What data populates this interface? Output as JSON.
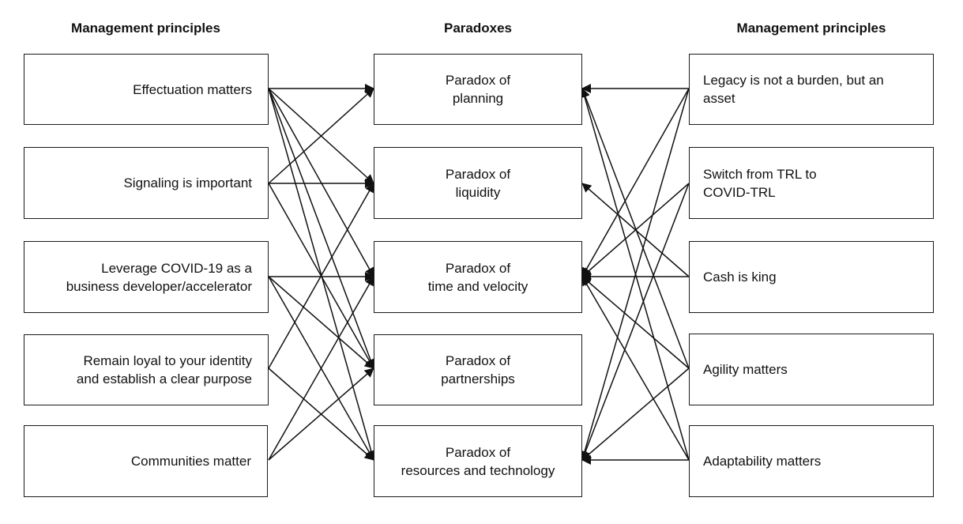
{
  "headers": {
    "left": "Management principles",
    "middle": "Paradoxes",
    "right": "Management principles"
  },
  "left_principles": [
    {
      "id": "effectuation",
      "label": "Effectuation matters"
    },
    {
      "id": "signaling",
      "label": "Signaling is important"
    },
    {
      "id": "leverage",
      "label": "Leverage COVID-19 as a\nbusiness developer/accelerator"
    },
    {
      "id": "loyal",
      "label": "Remain loyal to your identity\nand establish a clear purpose"
    },
    {
      "id": "communities",
      "label": "Communities matter"
    }
  ],
  "paradoxes": [
    {
      "id": "planning",
      "label": "Paradox of\nplanning"
    },
    {
      "id": "liquidity",
      "label": "Paradox of\nliquidity"
    },
    {
      "id": "time",
      "label": "Paradox of\ntime and velocity"
    },
    {
      "id": "partnerships",
      "label": "Paradox of\npartnerships"
    },
    {
      "id": "resources",
      "label": "Paradox of\nresources and technology"
    }
  ],
  "right_principles": [
    {
      "id": "legacy",
      "label": "Legacy is not a burden, but an\nasset"
    },
    {
      "id": "switch",
      "label": "Switch from TRL to\nCOVID-TRL"
    },
    {
      "id": "cash",
      "label": "Cash is king"
    },
    {
      "id": "agility",
      "label": "Agility matters"
    },
    {
      "id": "adaptability",
      "label": "Adaptability matters"
    }
  ],
  "links": [
    {
      "from": "effectuation",
      "to": "planning"
    },
    {
      "from": "effectuation",
      "to": "liquidity"
    },
    {
      "from": "effectuation",
      "to": "time"
    },
    {
      "from": "effectuation",
      "to": "partnerships"
    },
    {
      "from": "effectuation",
      "to": "resources"
    },
    {
      "from": "signaling",
      "to": "planning"
    },
    {
      "from": "signaling",
      "to": "liquidity"
    },
    {
      "from": "signaling",
      "to": "partnerships"
    },
    {
      "from": "leverage",
      "to": "time"
    },
    {
      "from": "leverage",
      "to": "partnerships"
    },
    {
      "from": "leverage",
      "to": "resources"
    },
    {
      "from": "loyal",
      "to": "liquidity"
    },
    {
      "from": "loyal",
      "to": "resources"
    },
    {
      "from": "communities",
      "to": "time"
    },
    {
      "from": "communities",
      "to": "partnerships"
    },
    {
      "from": "legacy",
      "to": "planning"
    },
    {
      "from": "legacy",
      "to": "time"
    },
    {
      "from": "legacy",
      "to": "resources"
    },
    {
      "from": "switch",
      "to": "time"
    },
    {
      "from": "switch",
      "to": "resources"
    },
    {
      "from": "cash",
      "to": "liquidity"
    },
    {
      "from": "cash",
      "to": "time"
    },
    {
      "from": "agility",
      "to": "planning"
    },
    {
      "from": "agility",
      "to": "time"
    },
    {
      "from": "agility",
      "to": "resources"
    },
    {
      "from": "adaptability",
      "to": "planning"
    },
    {
      "from": "adaptability",
      "to": "time"
    },
    {
      "from": "adaptability",
      "to": "resources"
    }
  ],
  "colors": {
    "stroke": "#111111",
    "background": "#ffffff"
  }
}
